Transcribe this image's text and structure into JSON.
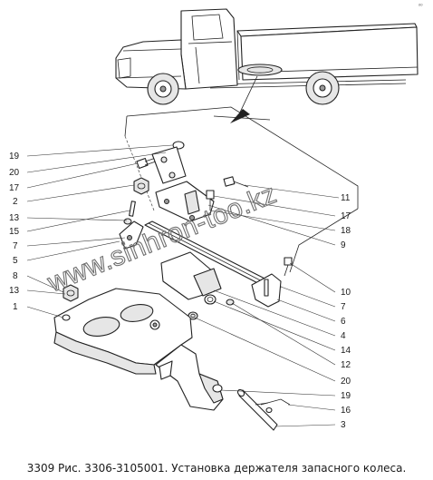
{
  "caption": "3309 Рис. 3306-3105001. Установка держателя запасного колеса.",
  "watermark": "www.sinhron-too.kz",
  "corner_mark": "ᵒᵒ",
  "callouts_left": [
    {
      "id": "l19",
      "label": "19"
    },
    {
      "id": "l20",
      "label": "20"
    },
    {
      "id": "l17",
      "label": "17"
    },
    {
      "id": "l2",
      "label": "2"
    },
    {
      "id": "l13a",
      "label": "13"
    },
    {
      "id": "l15",
      "label": "15"
    },
    {
      "id": "l7a",
      "label": "7"
    },
    {
      "id": "l5",
      "label": "5"
    },
    {
      "id": "l8",
      "label": "8"
    },
    {
      "id": "l13b",
      "label": "13"
    },
    {
      "id": "l1",
      "label": "1"
    }
  ],
  "callouts_right": [
    {
      "id": "r11",
      "label": "11"
    },
    {
      "id": "r17",
      "label": "17"
    },
    {
      "id": "r18",
      "label": "18"
    },
    {
      "id": "r9",
      "label": "9"
    },
    {
      "id": "r10",
      "label": "10"
    },
    {
      "id": "r7",
      "label": "7"
    },
    {
      "id": "r6",
      "label": "6"
    },
    {
      "id": "r4",
      "label": "4"
    },
    {
      "id": "r14",
      "label": "14"
    },
    {
      "id": "r12",
      "label": "12"
    },
    {
      "id": "r20",
      "label": "20"
    },
    {
      "id": "r19",
      "label": "19"
    },
    {
      "id": "r16",
      "label": "16"
    },
    {
      "id": "r3",
      "label": "3"
    }
  ]
}
